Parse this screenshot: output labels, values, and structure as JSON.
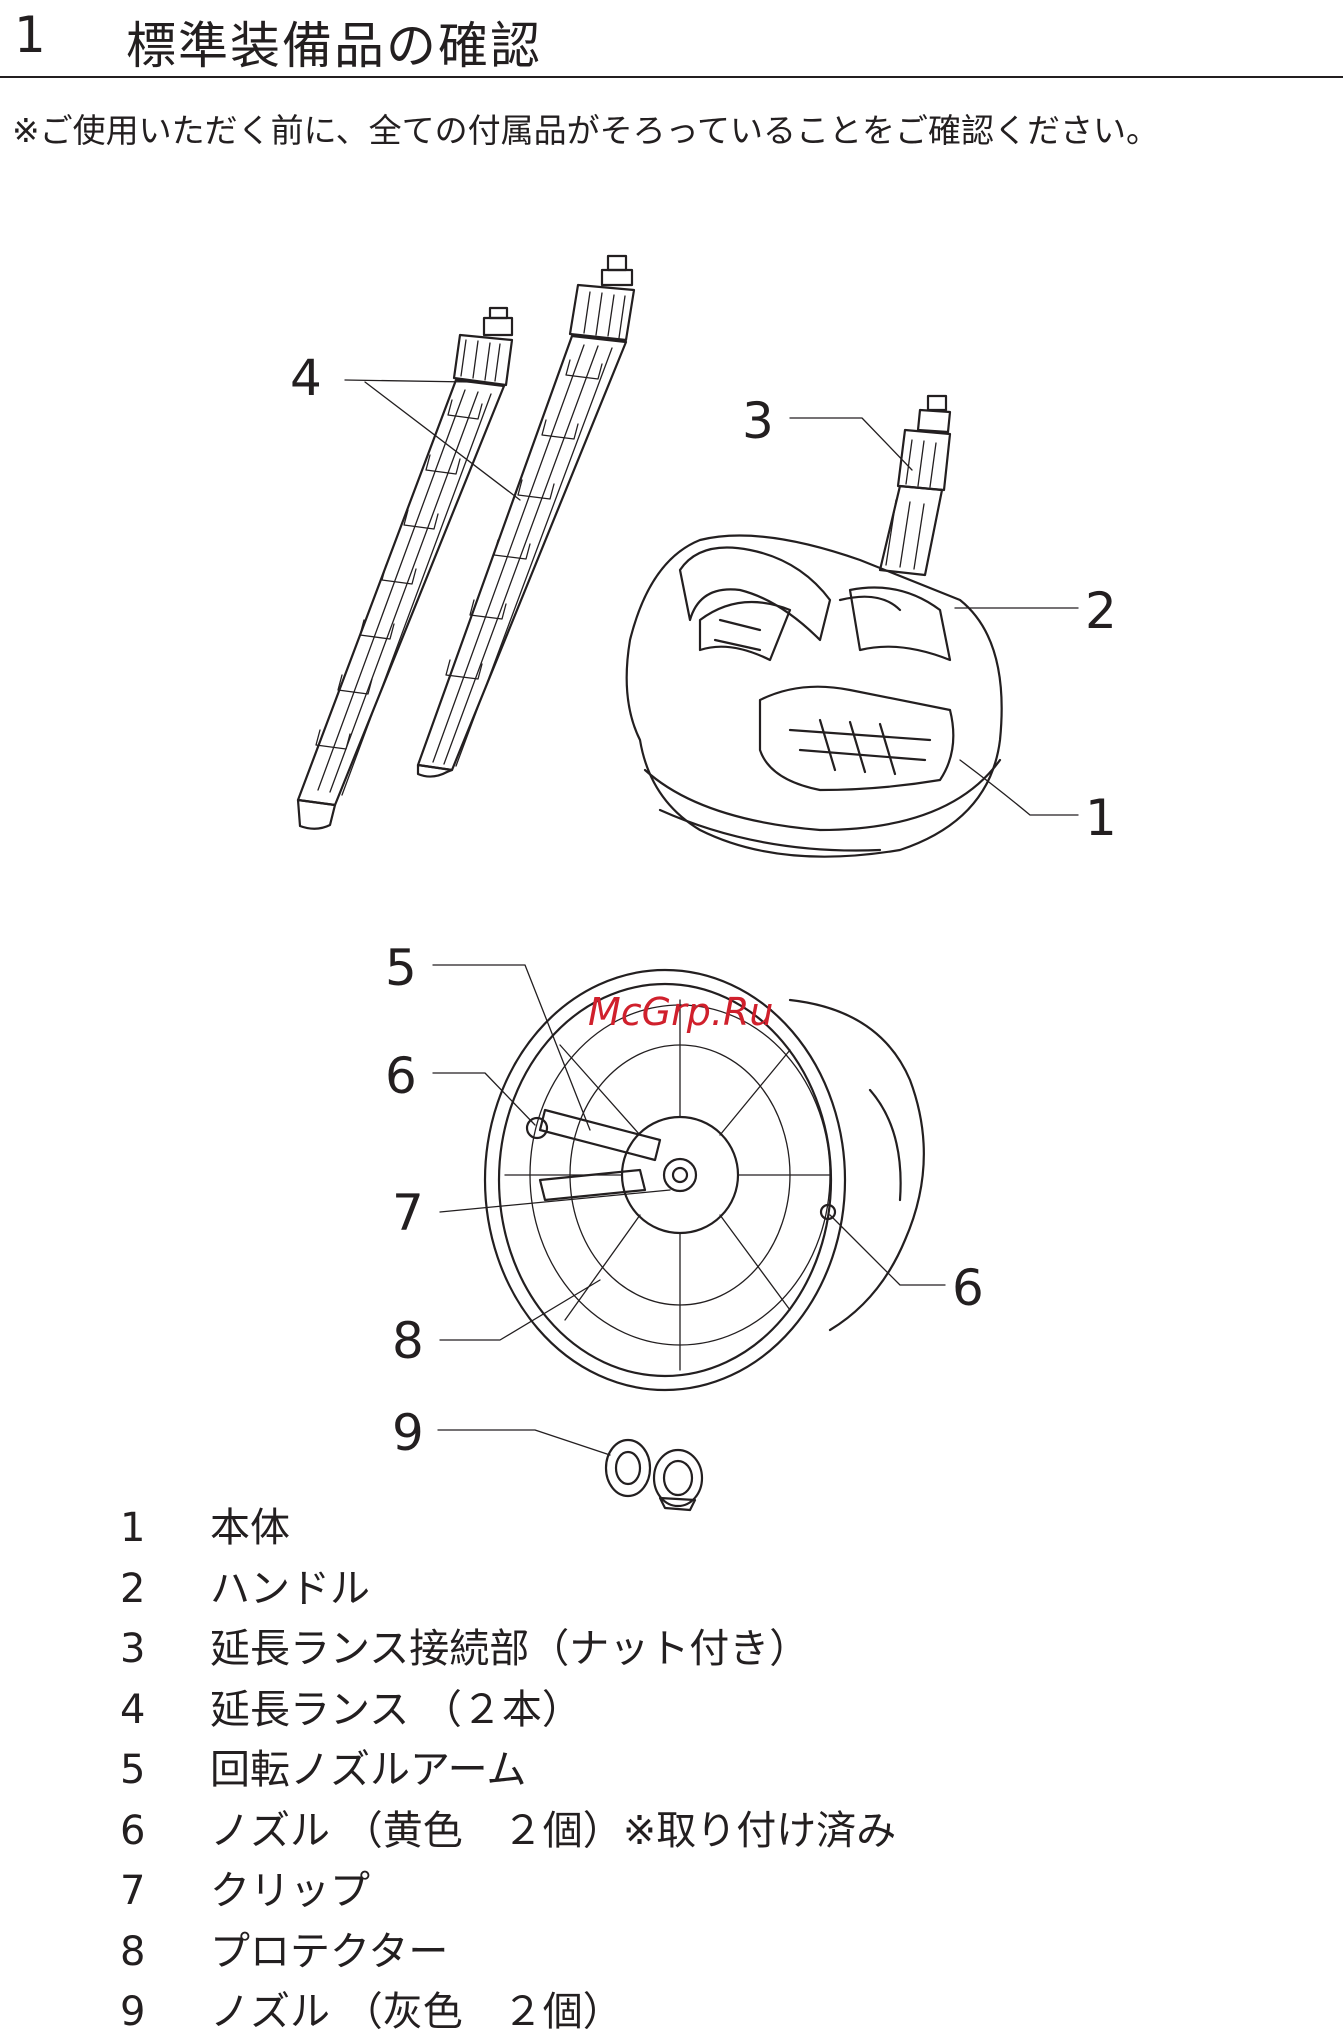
{
  "heading": {
    "number": "1",
    "title": "標準装備品の確認"
  },
  "notice": "※ご使用いただく前に、全ての付属品がそろっていることをご確認ください。",
  "watermark": "McGrp.Ru",
  "callouts": {
    "top": [
      "4",
      "3",
      "2",
      "1"
    ],
    "bottom": [
      "5",
      "6",
      "7",
      "8",
      "6",
      "9"
    ]
  },
  "parts": [
    {
      "number": "1",
      "name": "本体"
    },
    {
      "number": "2",
      "name": "ハンドル"
    },
    {
      "number": "3",
      "name": "延長ランス接続部（ナット付き）"
    },
    {
      "number": "4",
      "name": "延長ランス （２本）"
    },
    {
      "number": "5",
      "name": "回転ノズルアーム"
    },
    {
      "number": "6",
      "name": "ノズル （黄色　２個）※取り付け済み"
    },
    {
      "number": "7",
      "name": "クリップ"
    },
    {
      "number": "8",
      "name": "プロテクター"
    },
    {
      "number": "9",
      "name": "ノズル （灰色　２個）"
    }
  ]
}
